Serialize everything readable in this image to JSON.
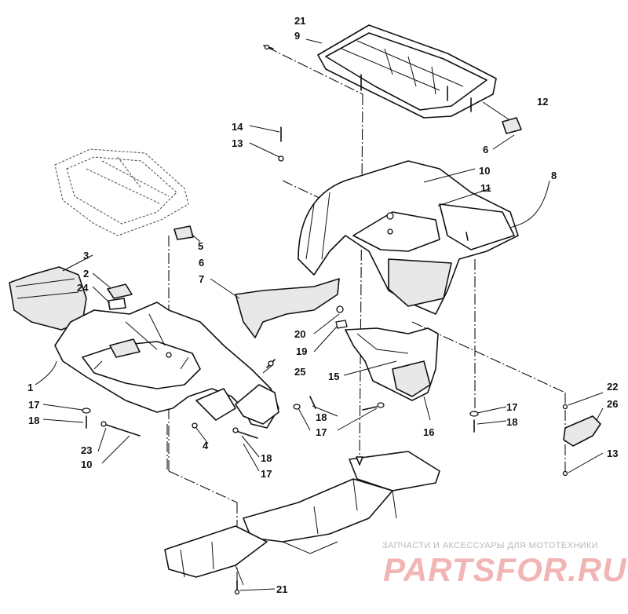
{
  "callouts": {
    "c1": "1",
    "c2": "2",
    "c3": "3",
    "c4": "4",
    "c5": "5",
    "c6a": "6",
    "c6b": "6",
    "c7": "7",
    "c8": "8",
    "c9": "9",
    "c10a": "10",
    "c10b": "10",
    "c11": "11",
    "c12": "12",
    "c13a": "13",
    "c13b": "13",
    "c14": "14",
    "c15": "15",
    "c16": "16",
    "c17a": "17",
    "c17b": "17",
    "c17c": "17",
    "c17d": "17",
    "c18a": "18",
    "c18b": "18",
    "c18c": "18",
    "c18d": "18",
    "c19": "19",
    "c20": "20",
    "c21a": "21",
    "c21b": "21",
    "c22": "22",
    "c23": "23",
    "c24": "24",
    "c25": "25",
    "c26": "26"
  },
  "watermark": {
    "caption": "ЗАПЧАСТИ И АКСЕССУАРЫ ДЛЯ МОТОТЕХНИКИ",
    "logo": "PARTSFOR.RU"
  }
}
